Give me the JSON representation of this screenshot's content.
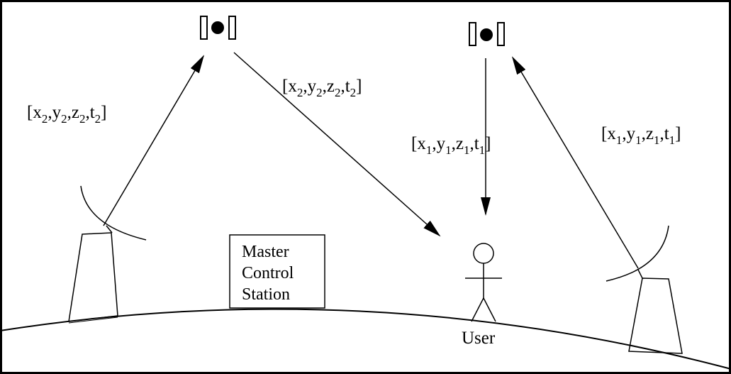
{
  "colors": {
    "line": "#000000",
    "background": "#ffffff"
  },
  "satellites": [
    {
      "name": "satellite-2",
      "icon": "satellite-icon"
    },
    {
      "name": "satellite-1",
      "icon": "satellite-icon"
    }
  ],
  "labels": {
    "sat2_uplink": {
      "open": "[",
      "x": "x",
      "y": "y",
      "z": "z",
      "t": "t",
      "sub": "2",
      "comma": ",",
      "close": "]"
    },
    "sat2_downlink": {
      "open": "[",
      "x": "x",
      "y": "y",
      "z": "z",
      "t": "t",
      "sub": "2",
      "comma": ",",
      "close": "]"
    },
    "sat1_downlink": {
      "open": "[",
      "x": "x",
      "y": "y",
      "z": "z",
      "t": "t",
      "sub": "1",
      "comma": ",",
      "close": "]"
    },
    "sat1_uplink": {
      "open": "[",
      "x": "x",
      "y": "y",
      "z": "z",
      "t": "t",
      "sub": "1",
      "comma": ",",
      "close": "]"
    }
  },
  "master_station": {
    "line1": "Master",
    "line2": "Control",
    "line3": "Station"
  },
  "user": {
    "label": "User",
    "icon": "person-icon"
  },
  "ground_stations": [
    {
      "name": "ground-station-left",
      "icon": "dish-antenna-icon"
    },
    {
      "name": "ground-station-right",
      "icon": "dish-antenna-icon"
    }
  ]
}
